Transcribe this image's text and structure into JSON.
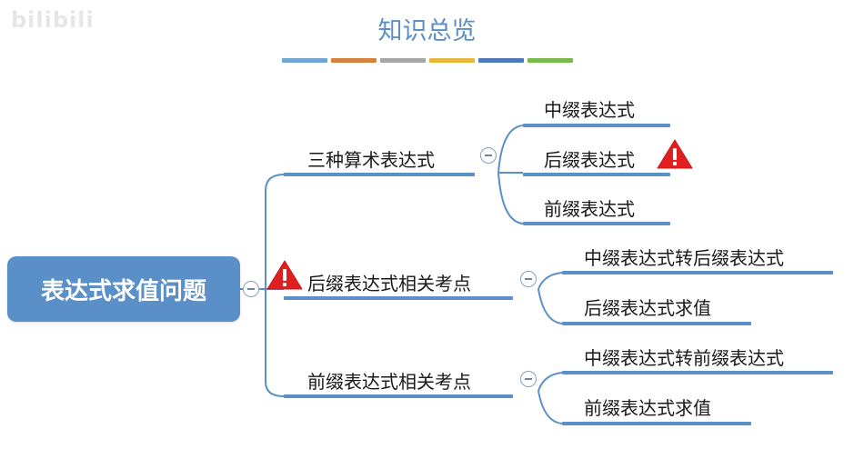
{
  "watermark": "bilibili",
  "title": "知识总览",
  "colors": {
    "accent": "#5b8fc7",
    "strip": [
      "#6fa5d0",
      "#d6823e",
      "#a6a6a6",
      "#e5b73b",
      "#4f78b9",
      "#78b94e"
    ],
    "warning": "#e02020"
  },
  "root": {
    "label": "表达式求值问题"
  },
  "branches": [
    {
      "label": "三种算术表达式",
      "warning": false,
      "children": [
        {
          "label": "中缀表达式",
          "warning": false
        },
        {
          "label": "后缀表达式",
          "warning": true
        },
        {
          "label": "前缀表达式",
          "warning": false
        }
      ]
    },
    {
      "label": "后缀表达式相关考点",
      "warning": true,
      "children": [
        {
          "label": "中缀表达式转后缀表达式",
          "warning": false
        },
        {
          "label": "后缀表达式求值",
          "warning": false
        }
      ]
    },
    {
      "label": "前缀表达式相关考点",
      "warning": false,
      "children": [
        {
          "label": "中缀表达式转前缀表达式",
          "warning": false
        },
        {
          "label": "前缀表达式求值",
          "warning": false
        }
      ]
    }
  ],
  "icons": {
    "collapse": "collapse-minus-icon",
    "warning": "warning-triangle-icon"
  }
}
